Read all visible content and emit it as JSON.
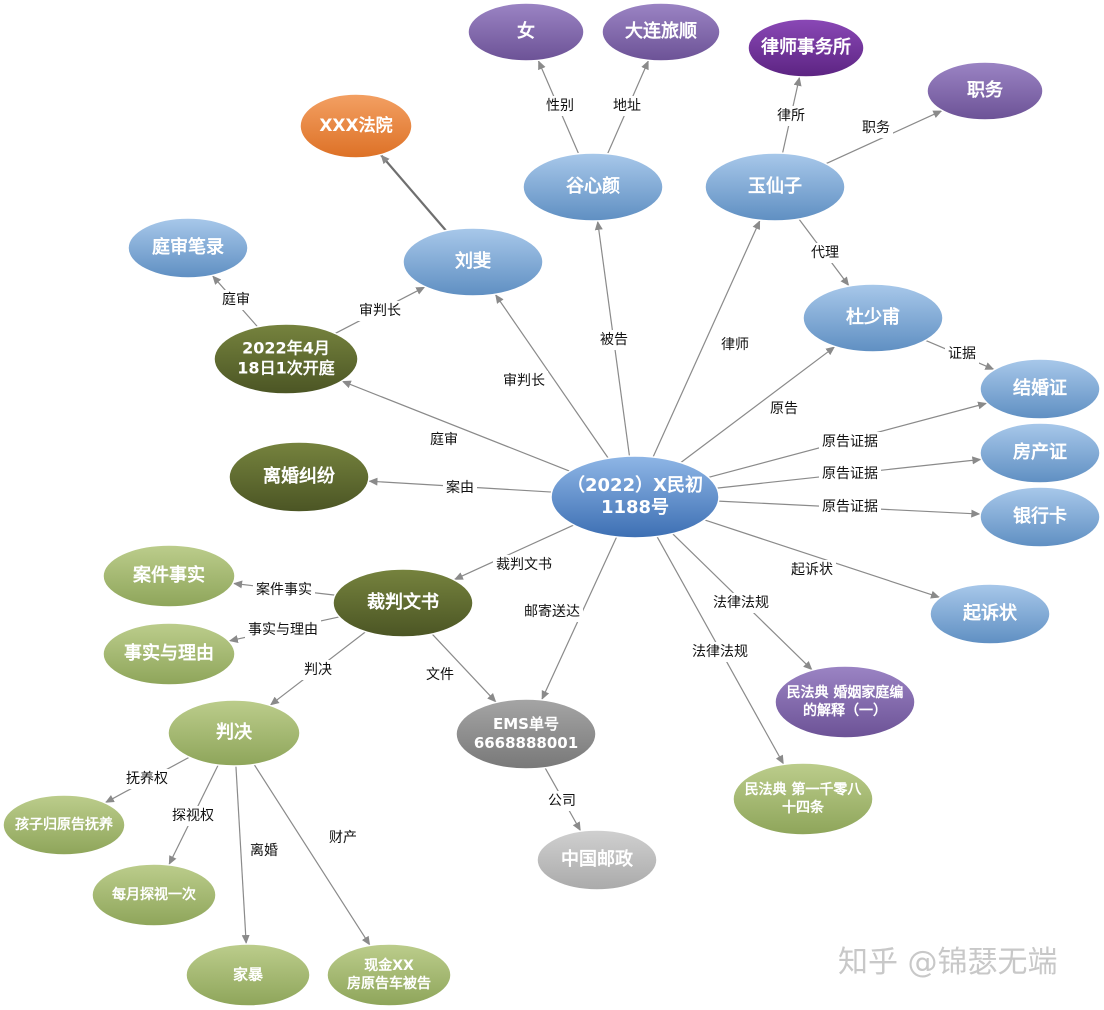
{
  "colors": {
    "blue": "#6f9fcf",
    "purple": "#7a5fa6",
    "darkpurple": "#6a2e92",
    "orange": "#e8823a",
    "darkgreen": "#59642d",
    "lightgreen": "#9fb36a",
    "gray": "#8c8c8c",
    "lightgray": "#bdbdbd"
  },
  "nodes": {
    "case": "（2022）X民初\n1188号",
    "female": "女",
    "dalian": "大连旅顺",
    "lawfirm": "律师事务所",
    "court": "XXX法院",
    "gu": "谷心颜",
    "yu": "玉仙子",
    "zhiwu": "职务",
    "liu": "刘斐",
    "transcript": "庭审笔录",
    "du": "杜少甫",
    "hearing": "2022年4月\n18日1次开庭",
    "marriage_cert": "结婚证",
    "divorce": "离婚纠纷",
    "property_cert": "房产证",
    "bank_card": "银行卡",
    "facts": "案件事实",
    "judgment_doc": "裁判文书",
    "complaint": "起诉状",
    "reasons": "事实与理由",
    "civil_code_1": "民法典 婚姻家庭编\n的解释（一）",
    "verdict": "判决",
    "ems": "EMS单号\n6668888001",
    "custody": "孩子归原告抚养",
    "civil_code_2": "民法典 第一千零八\n十四条",
    "visit": "每月探视一次",
    "china_post": "中国邮政",
    "violence": "家暴",
    "cash": "现金XX\n房原告车被告"
  },
  "edges": {
    "gender": "性别",
    "address": "地址",
    "firm": "律所",
    "position": "职务",
    "represent": "代理",
    "defendant": "被告",
    "lawyer": "律师",
    "hearing_trial": "庭审",
    "chief_judge_1": "审判长",
    "chief_judge_2": "审判长",
    "evidence": "证据",
    "plaintiff": "原告",
    "plaintiff_evidence_1": "原告证据",
    "plaintiff_evidence_2": "原告证据",
    "plaintiff_evidence_3": "原告证据",
    "trial": "庭审",
    "cause": "案由",
    "doc": "裁判文书",
    "complaint_edge": "起诉状",
    "case_facts": "案件事实",
    "mail": "邮寄送达",
    "law_1": "法律法规",
    "facts_reasons": "事实与理由",
    "law_2": "法律法规",
    "decision": "判决",
    "file": "文件",
    "custody_edge": "抚养权",
    "visitation": "探视权",
    "company": "公司",
    "divorce_edge": "离婚",
    "property": "财产"
  },
  "watermark": "知乎 @锦瑟无端"
}
